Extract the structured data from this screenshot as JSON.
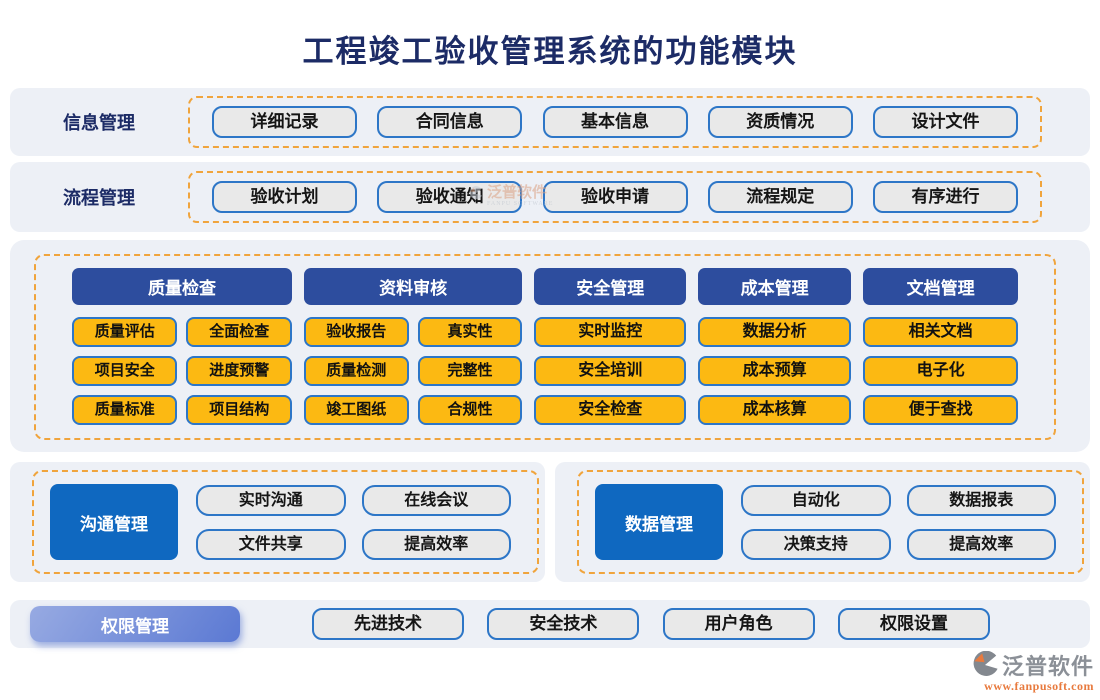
{
  "title": "工程竣工验收管理系统的功能模块",
  "bands": {
    "info": {
      "label": "信息管理",
      "buttons": [
        "详细记录",
        "合同信息",
        "基本信息",
        "资质情况",
        "设计文件"
      ]
    },
    "process": {
      "label": "流程管理",
      "buttons": [
        "验收计划",
        "验收通知",
        "验收申请",
        "流程规定",
        "有序进行"
      ]
    }
  },
  "matrix": {
    "col1": {
      "header": "质量检查",
      "cells": [
        "质量评估",
        "全面检查",
        "项目安全",
        "进度预警",
        "质量标准",
        "项目结构"
      ]
    },
    "col2": {
      "header": "资料审核",
      "cells": [
        "验收报告",
        "真实性",
        "质量检测",
        "完整性",
        "竣工图纸",
        "合规性"
      ]
    },
    "col3": {
      "header": "安全管理",
      "cells": [
        "实时监控",
        "安全培训",
        "安全检查"
      ]
    },
    "col4": {
      "header": "成本管理",
      "cells": [
        "数据分析",
        "成本预算",
        "成本核算"
      ]
    },
    "col5": {
      "header": "文档管理",
      "cells": [
        "相关文档",
        "电子化",
        "便于查找"
      ]
    }
  },
  "panels": {
    "communication": {
      "label": "沟通管理",
      "buttons": [
        "实时沟通",
        "在线会议",
        "文件共享",
        "提高效率"
      ]
    },
    "data": {
      "label": "数据管理",
      "buttons": [
        "自动化",
        "数据报表",
        "决策支持",
        "提高效率"
      ]
    }
  },
  "permission_row": {
    "label": "权限管理",
    "buttons": [
      "先进技术",
      "安全技术",
      "用户角色",
      "权限设置"
    ]
  },
  "watermark": {
    "text": "泛普软件",
    "subtext": "FANPU SOFTWARE"
  },
  "logo": {
    "brand": "泛普软件",
    "url": "www.fanpusoft.com"
  },
  "colors": {
    "title_navy": "#1c2b66",
    "band_bg": "#edf0f6",
    "dashed_orange": "#f0a43c",
    "chip_border_blue": "#2d76c7",
    "chip_gray": "#e9e9e9",
    "header_blue": "#2d4d9e",
    "chip_yellow": "#fcb912",
    "panel_blue": "#0f68c0",
    "pill_gradient_from": "#97aae2",
    "pill_gradient_to": "#5b79d3",
    "logo_orange": "#e87a3e"
  }
}
